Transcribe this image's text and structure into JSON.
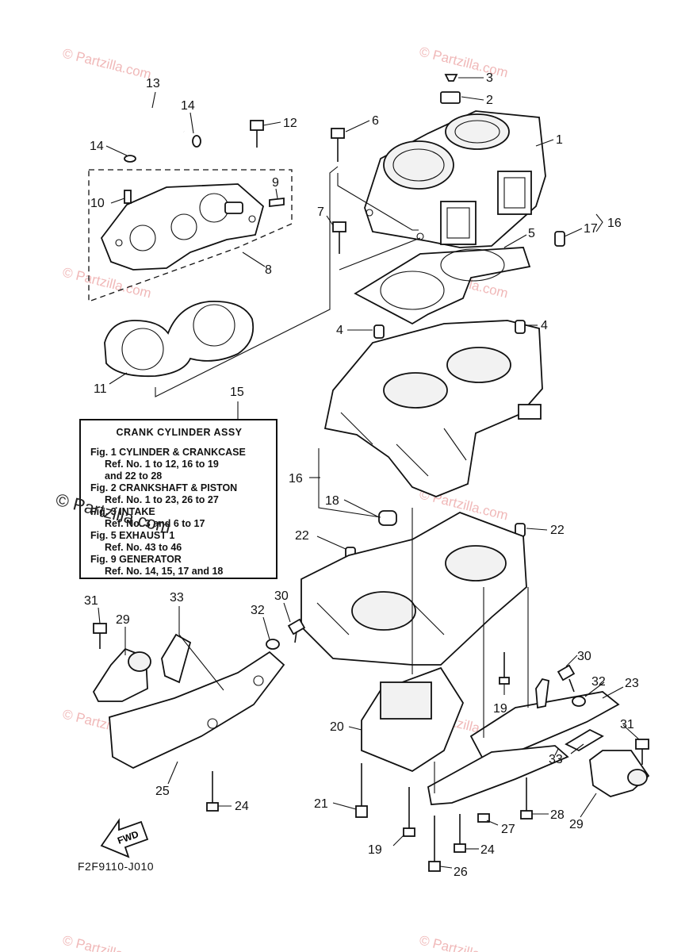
{
  "diagram_code": "F2F9110-J010",
  "fwd_label": "FWD",
  "watermark_text": "© Partzilla.com",
  "callouts": {
    "c1": "1",
    "c2": "2",
    "c3": "3",
    "c4a": "4",
    "c4b": "4",
    "c5": "5",
    "c6": "6",
    "c7": "7",
    "c8": "8",
    "c9": "9",
    "c10": "10",
    "c11": "11",
    "c12": "12",
    "c13": "13",
    "c14a": "14",
    "c14b": "14",
    "c15": "15",
    "c16a": "16",
    "c16b": "16",
    "c17": "17",
    "c18": "18",
    "c19a": "19",
    "c19b": "19",
    "c20": "20",
    "c21": "21",
    "c22a": "22",
    "c22b": "22",
    "c23": "23",
    "c24a": "24",
    "c24b": "24",
    "c25": "25",
    "c26": "26",
    "c27": "27",
    "c28": "28",
    "c29a": "29",
    "c29b": "29",
    "c30a": "30",
    "c30b": "30",
    "c31a": "31",
    "c31b": "31",
    "c32a": "32",
    "c32b": "32",
    "c33a": "33",
    "c33b": "33"
  },
  "info_box": {
    "title": "CRANK  CYLINDER ASSY",
    "lines": [
      {
        "fig": "Fig. 1 CYLINDER & CRANKCASE",
        "ref": "Ref. No. 1 to 12, 16 to 19"
      },
      {
        "fig": "",
        "ref": "and 22 to 28"
      },
      {
        "fig": "Fig. 2 CRANKSHAFT & PISTON",
        "ref": "Ref. No. 1 to 23, 26 to 27"
      },
      {
        "fig": "Fig. 3 INTAKE",
        "ref": "Ref. No. 3 and 6 to 17"
      },
      {
        "fig": "Fig. 5 EXHAUST 1",
        "ref": "Ref. No. 43 to 46"
      },
      {
        "fig": "Fig. 9 GENERATOR",
        "ref": "Ref. No. 14, 15, 17 and 18"
      }
    ]
  }
}
